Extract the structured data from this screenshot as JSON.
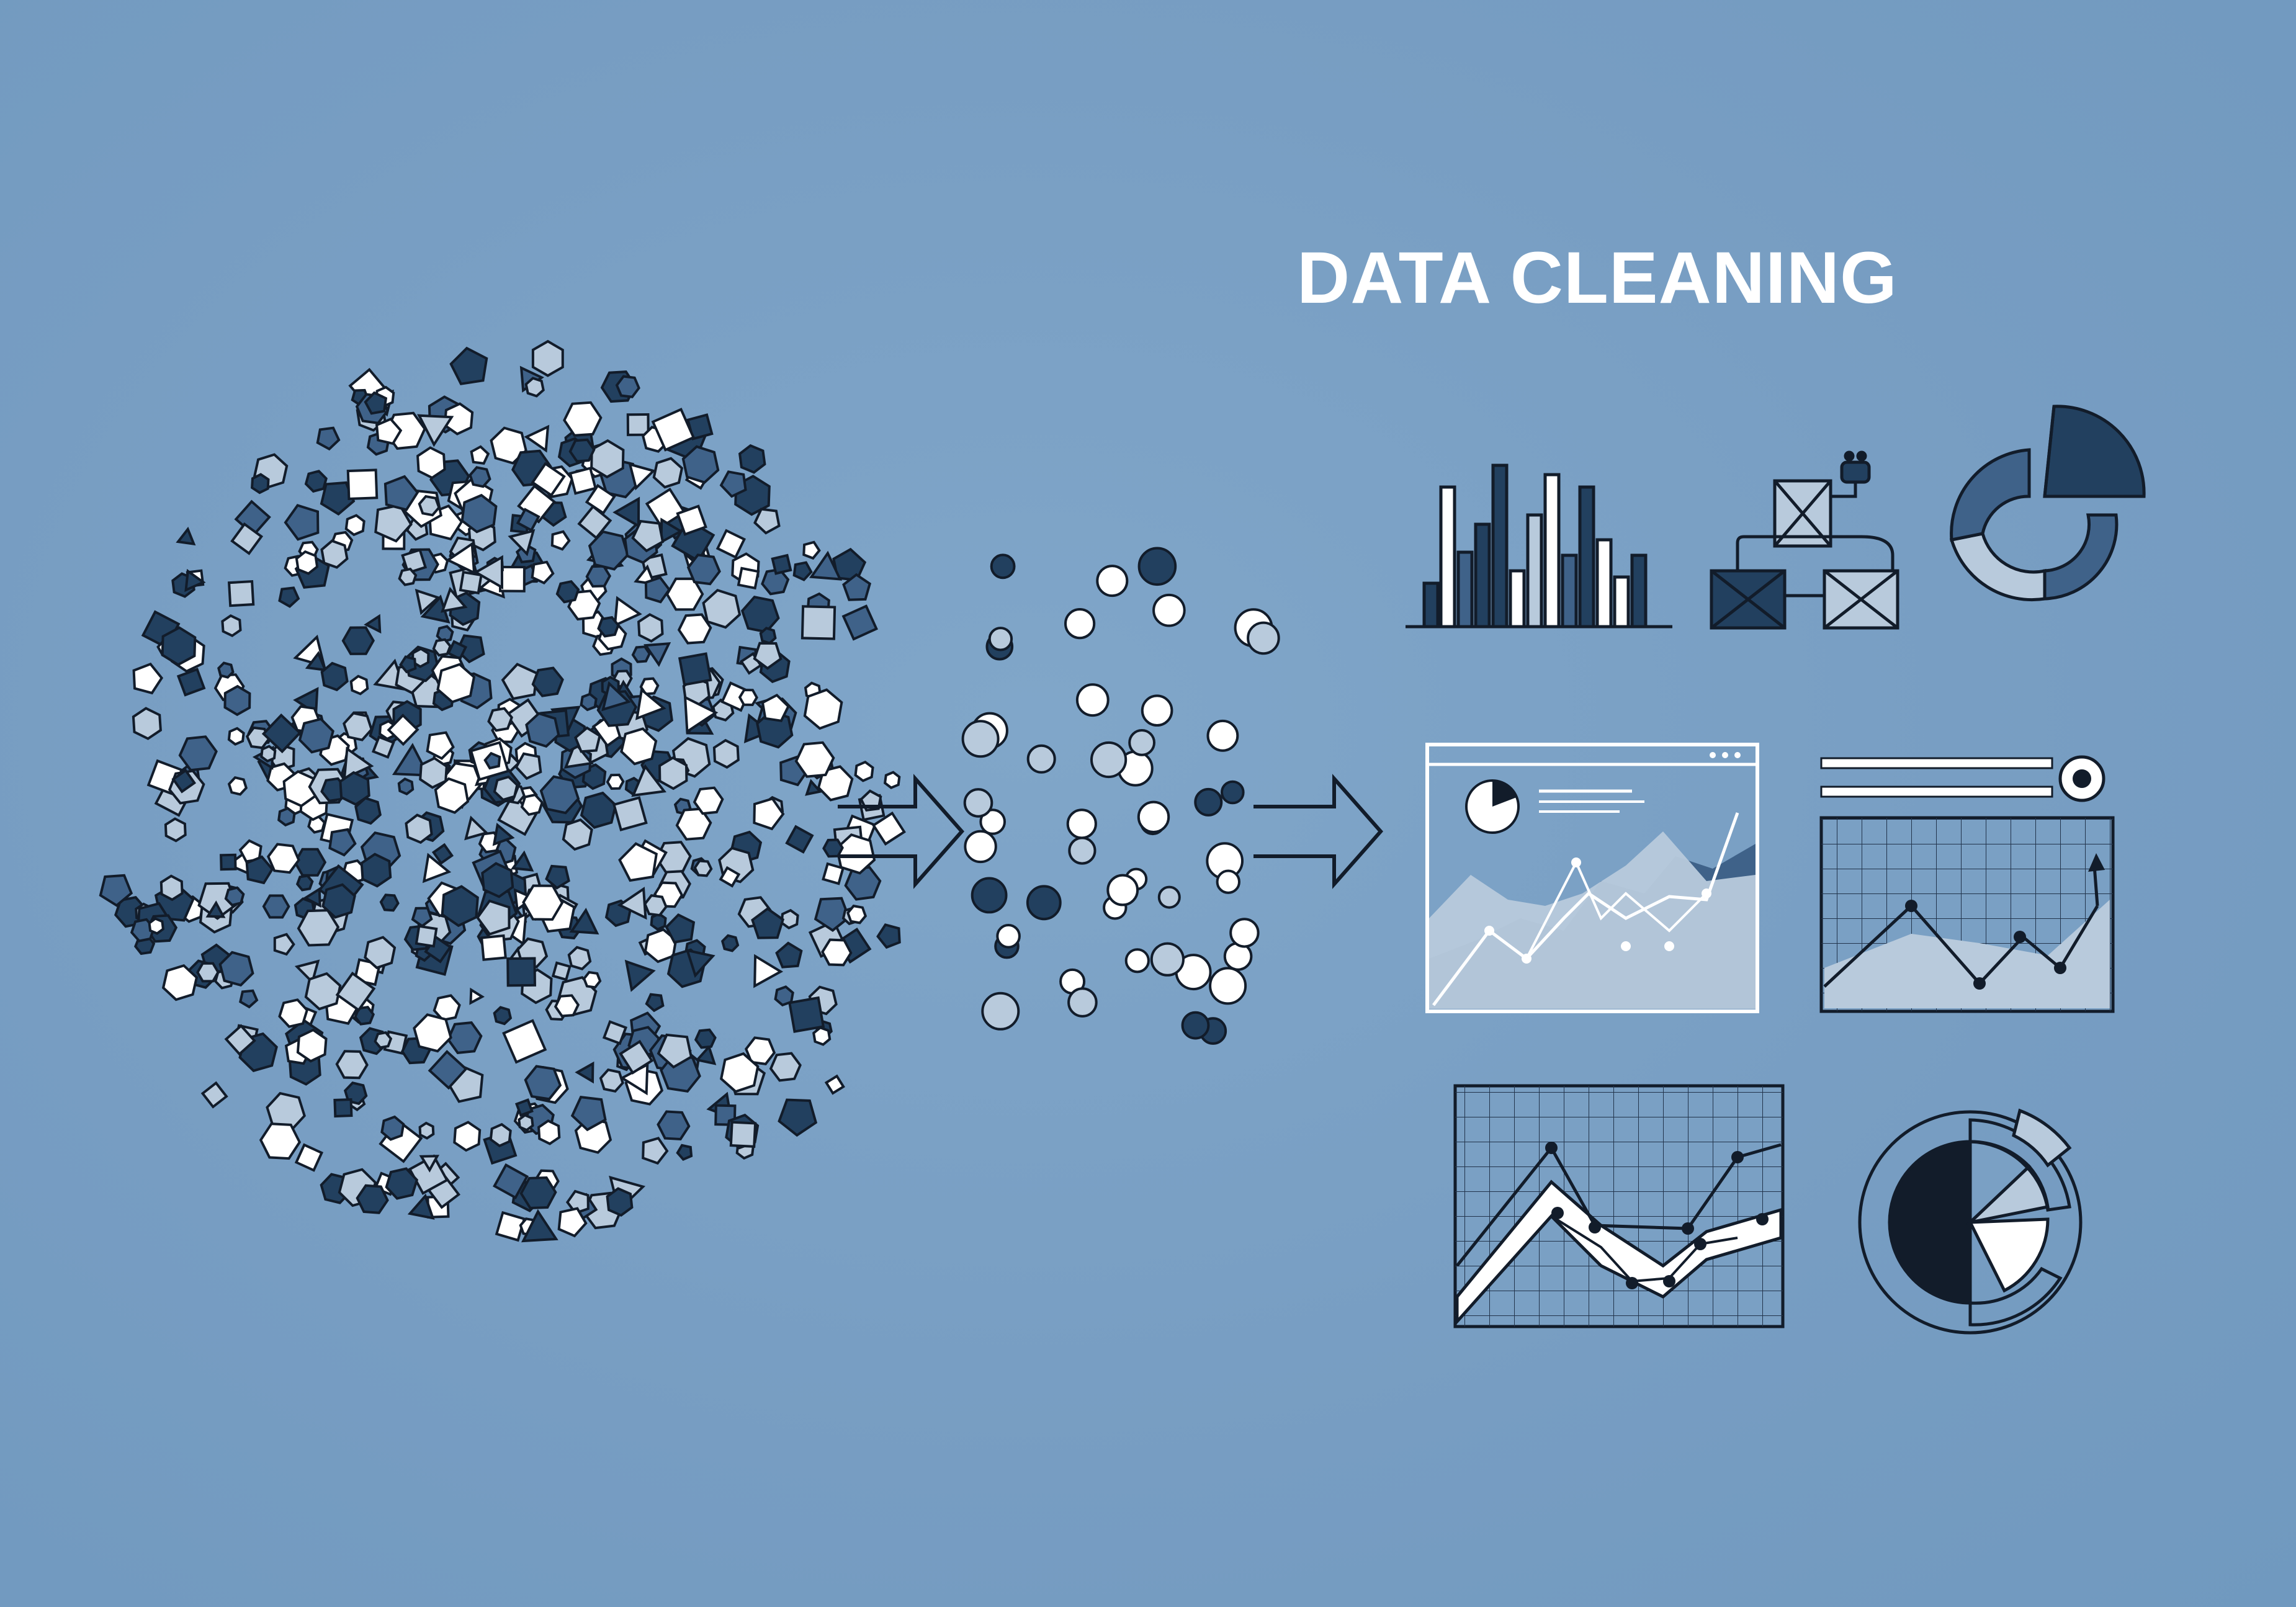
{
  "title": "DATA CLEANING",
  "colors": {
    "background": "#779dc2",
    "dark_navy": "#22405f",
    "mid_blue": "#3f6289",
    "light_blue": "#b8cadc",
    "outline": "#121c2a",
    "white": "#ffffff"
  },
  "icons": {
    "raw_data": "scattered-shapes-cloud",
    "arrow_1": "right-arrow-icon",
    "filtered_data": "small-scattered-shapes",
    "arrow_2": "right-arrow-icon",
    "charts": [
      "bar-chart-icon",
      "flowchart-icon",
      "donut-chart-icon",
      "dashboard-area-chart-icon",
      "line-chart-panel-icon",
      "line-chart-grid-icon",
      "radial-pie-chart-icon"
    ]
  }
}
